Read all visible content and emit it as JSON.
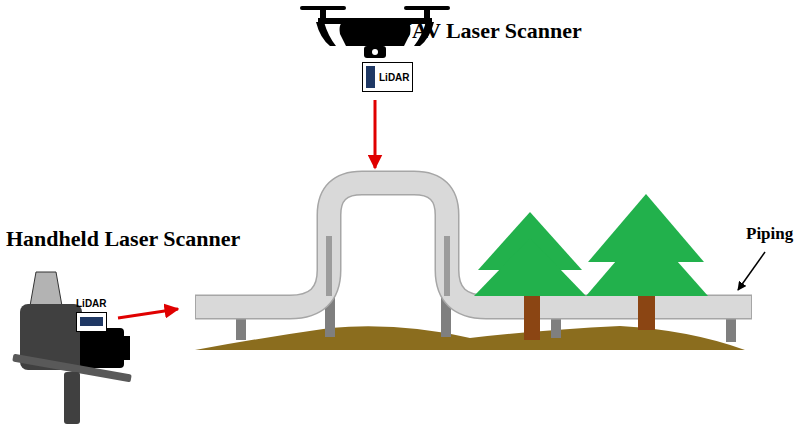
{
  "diagram": {
    "nodes": [
      {
        "text": [
          "LiDAR"
        ]
      },
      {
        "text": [
          "LiDAR"
        ]
      }
    ],
    "labels": [
      "UAV Laser Scanner",
      "Handheld Laser Scanner",
      "Piping"
    ]
  }
}
